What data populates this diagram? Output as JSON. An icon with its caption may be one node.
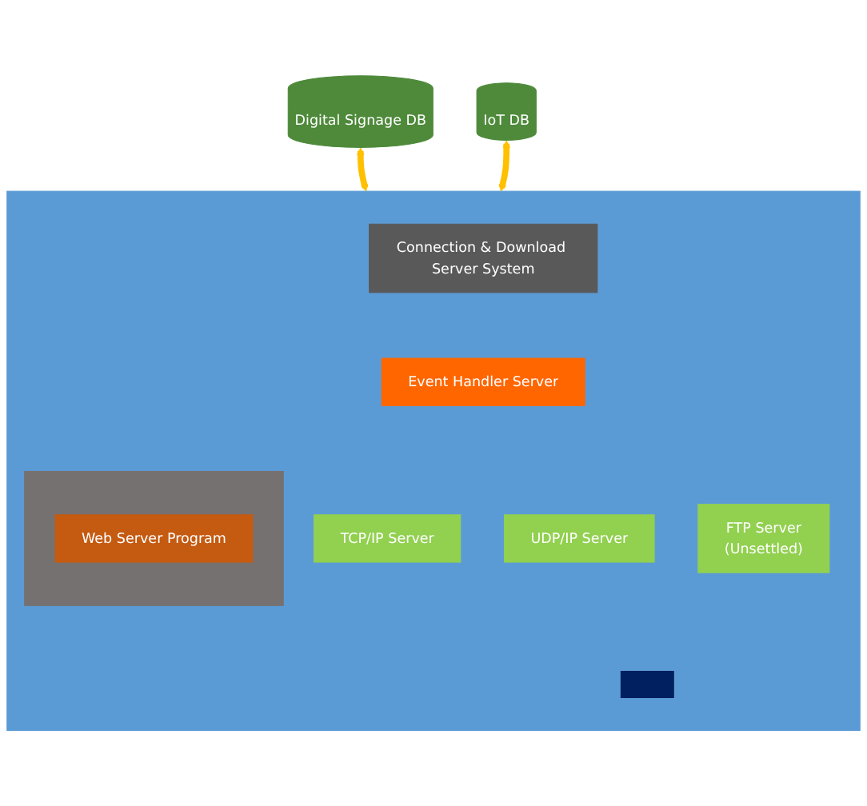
{
  "diagram": {
    "nodes": [
      {
        "text": [
          "Digital Signage DB"
        ]
      },
      {
        "text": [
          "IoT DB"
        ]
      },
      {
        "text": [],
        "shape": "box"
      },
      {
        "text": [
          "Connection & Download Server System"
        ],
        "in": 2
      },
      {
        "text": [
          "Event Handler Server"
        ],
        "in": 2
      },
      {
        "text": [
          "UDP/IP Server"
        ],
        "in": 2
      },
      {
        "text": [
          "TCP/IP Server"
        ],
        "in": 2
      },
      {
        "text": [
          "FTP Server",
          "(Unsettled)"
        ],
        "in": 2
      },
      {
        "text": [],
        "shape": "box",
        "in": 2
      },
      {
        "text": [
          "Web Server Program"
        ],
        "in": 8
      },
      {
        "text": [],
        "shape": "box",
        "in": 2
      }
    ],
    "edges": [
      {
        "from": 0,
        "to": 2,
        "arrow": "both"
      },
      {
        "from": 1,
        "to": 2,
        "arrow": "both"
      }
    ]
  }
}
